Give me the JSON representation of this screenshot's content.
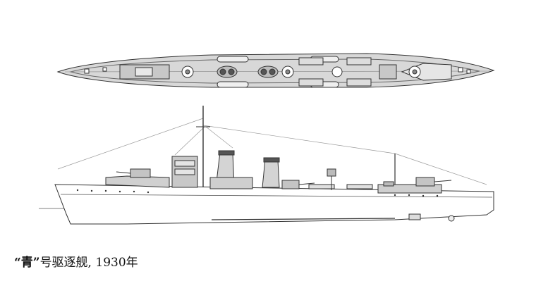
{
  "caption": {
    "ship_name": "“青”",
    "descriptor": "号驱逐舰,",
    "year": "1930年"
  },
  "colors": {
    "hull_fill": "#ffffff",
    "deck_fill": "#d6d6d6",
    "superstructure_fill": "#c8c8c8",
    "line": "#333333",
    "rigging": "#9a9a9a"
  }
}
